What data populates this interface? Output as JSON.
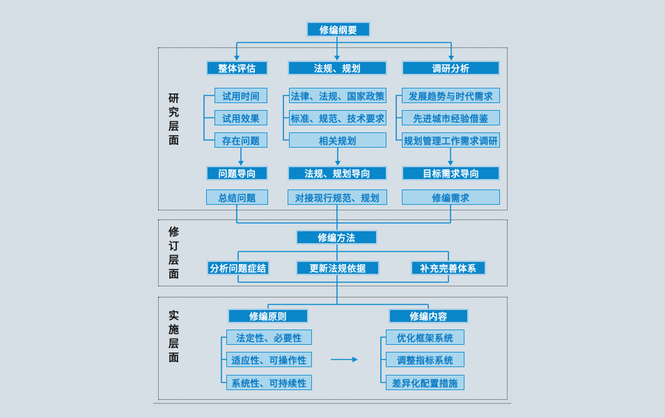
{
  "root": {
    "label": "修编纲要"
  },
  "sections": [
    {
      "label": "研究层面",
      "columns": [
        {
          "header": "整体评估",
          "items": [
            "试用时间",
            "试用效果",
            "存在问题"
          ],
          "oriented": "问题导向",
          "result": "总结问题"
        },
        {
          "header": "法规、规划",
          "items": [
            "法律、法规、国家政策",
            "标准、规范、技术要求",
            "相关规划"
          ],
          "oriented": "法规、规划导向",
          "result": "对接现行规范、规划"
        },
        {
          "header": "调研分析",
          "items": [
            "发展趋势与时代需求",
            "先进城市经验借鉴",
            "规划管理工作需求调研"
          ],
          "oriented": "目标需求导向",
          "result": "修编需求"
        }
      ]
    },
    {
      "label": "修订层面",
      "method": "修编方法",
      "actions": [
        "分析问题症结",
        "更新法规依据",
        "补充完善体系"
      ]
    },
    {
      "label": "实施层面",
      "left": {
        "header": "修编原则",
        "items": [
          "法定性、必要性",
          "适应性、可操作性",
          "系统性、可持续性"
        ]
      },
      "right": {
        "header": "修编内容",
        "items": [
          "优化框架系统",
          "调整指标系统",
          "差异化配置措施"
        ]
      }
    }
  ],
  "colors": {
    "background": "#d4dee4",
    "solid_box_fill": "#0a86ca",
    "solid_box_border": "#a9cfe7",
    "solid_box_text": "#ffffff",
    "light_box_fill": "#a9d6ec",
    "light_box_border": "#1d92d4",
    "light_box_text": "#0b79c4",
    "connector": "#0e8bd1",
    "section_border": "#3a3a3a"
  }
}
